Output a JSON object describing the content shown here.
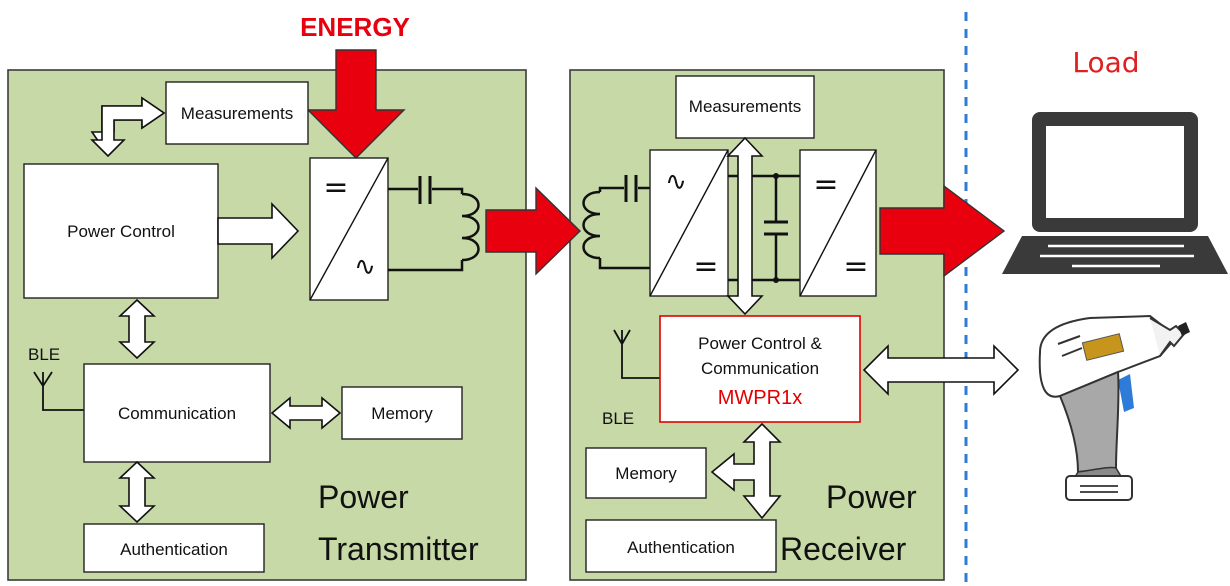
{
  "energy_label": "ENERGY",
  "load_label": "Load",
  "transmitter": {
    "measurements": "Measurements",
    "power_control": "Power Control",
    "ble": "BLE",
    "communication": "Communication",
    "memory": "Memory",
    "authentication": "Authentication",
    "title_line1": "Power",
    "title_line2": "Transmitter"
  },
  "receiver": {
    "measurements": "Measurements",
    "pc_line1": "Power Control &",
    "pc_line2": "Communication",
    "pc_part": "MWPR1x",
    "ble": "BLE",
    "memory": "Memory",
    "authentication": "Authentication",
    "title_line1": "Power",
    "title_line2": "Receiver"
  },
  "converter_symbols": {
    "dc": "=",
    "ac": "∿"
  },
  "colors": {
    "panel": "#c6d9a6",
    "energy_red": "#e8000e",
    "divider_blue": "#2e7bd8",
    "load_text": "#e02020",
    "mwpr_red": "#e00000"
  }
}
